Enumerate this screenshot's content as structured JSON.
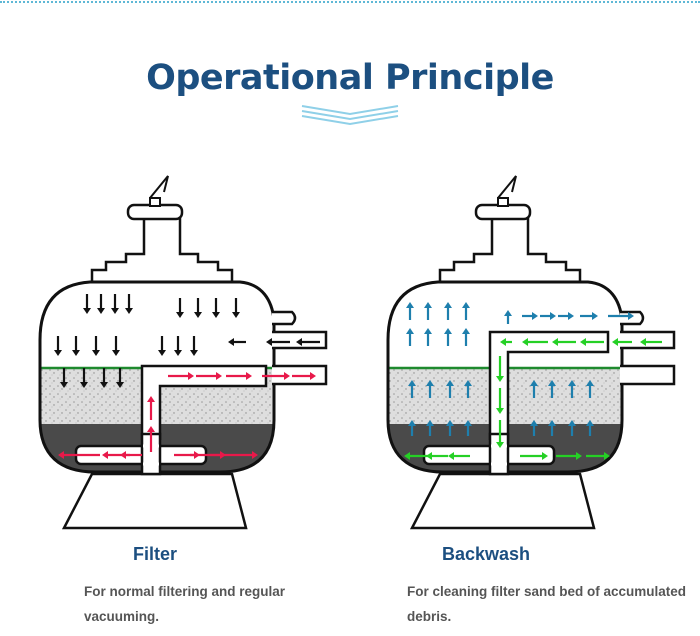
{
  "title": "Operational Principle",
  "panels": [
    {
      "name": "Filter",
      "description": "For normal filtering and regular vacuuming.",
      "arrow_color": "#e8194a"
    },
    {
      "name": "Backwash",
      "description": "For cleaning filter sand bed of accumulated debris.",
      "arrow_color": "#1e7fad"
    }
  ],
  "colors": {
    "title": "#1c4f80",
    "caption_title": "#1c4f80",
    "caption_text": "#555555",
    "outline": "#111111",
    "water_line": "#1e8a2e",
    "sand": "#dadada",
    "gravel": "#4a4a4a",
    "flow_down": "#111111",
    "flow_filter": "#e8194a",
    "flow_backwash_up": "#1e7fad",
    "flow_backwash_drain": "#25d025"
  }
}
